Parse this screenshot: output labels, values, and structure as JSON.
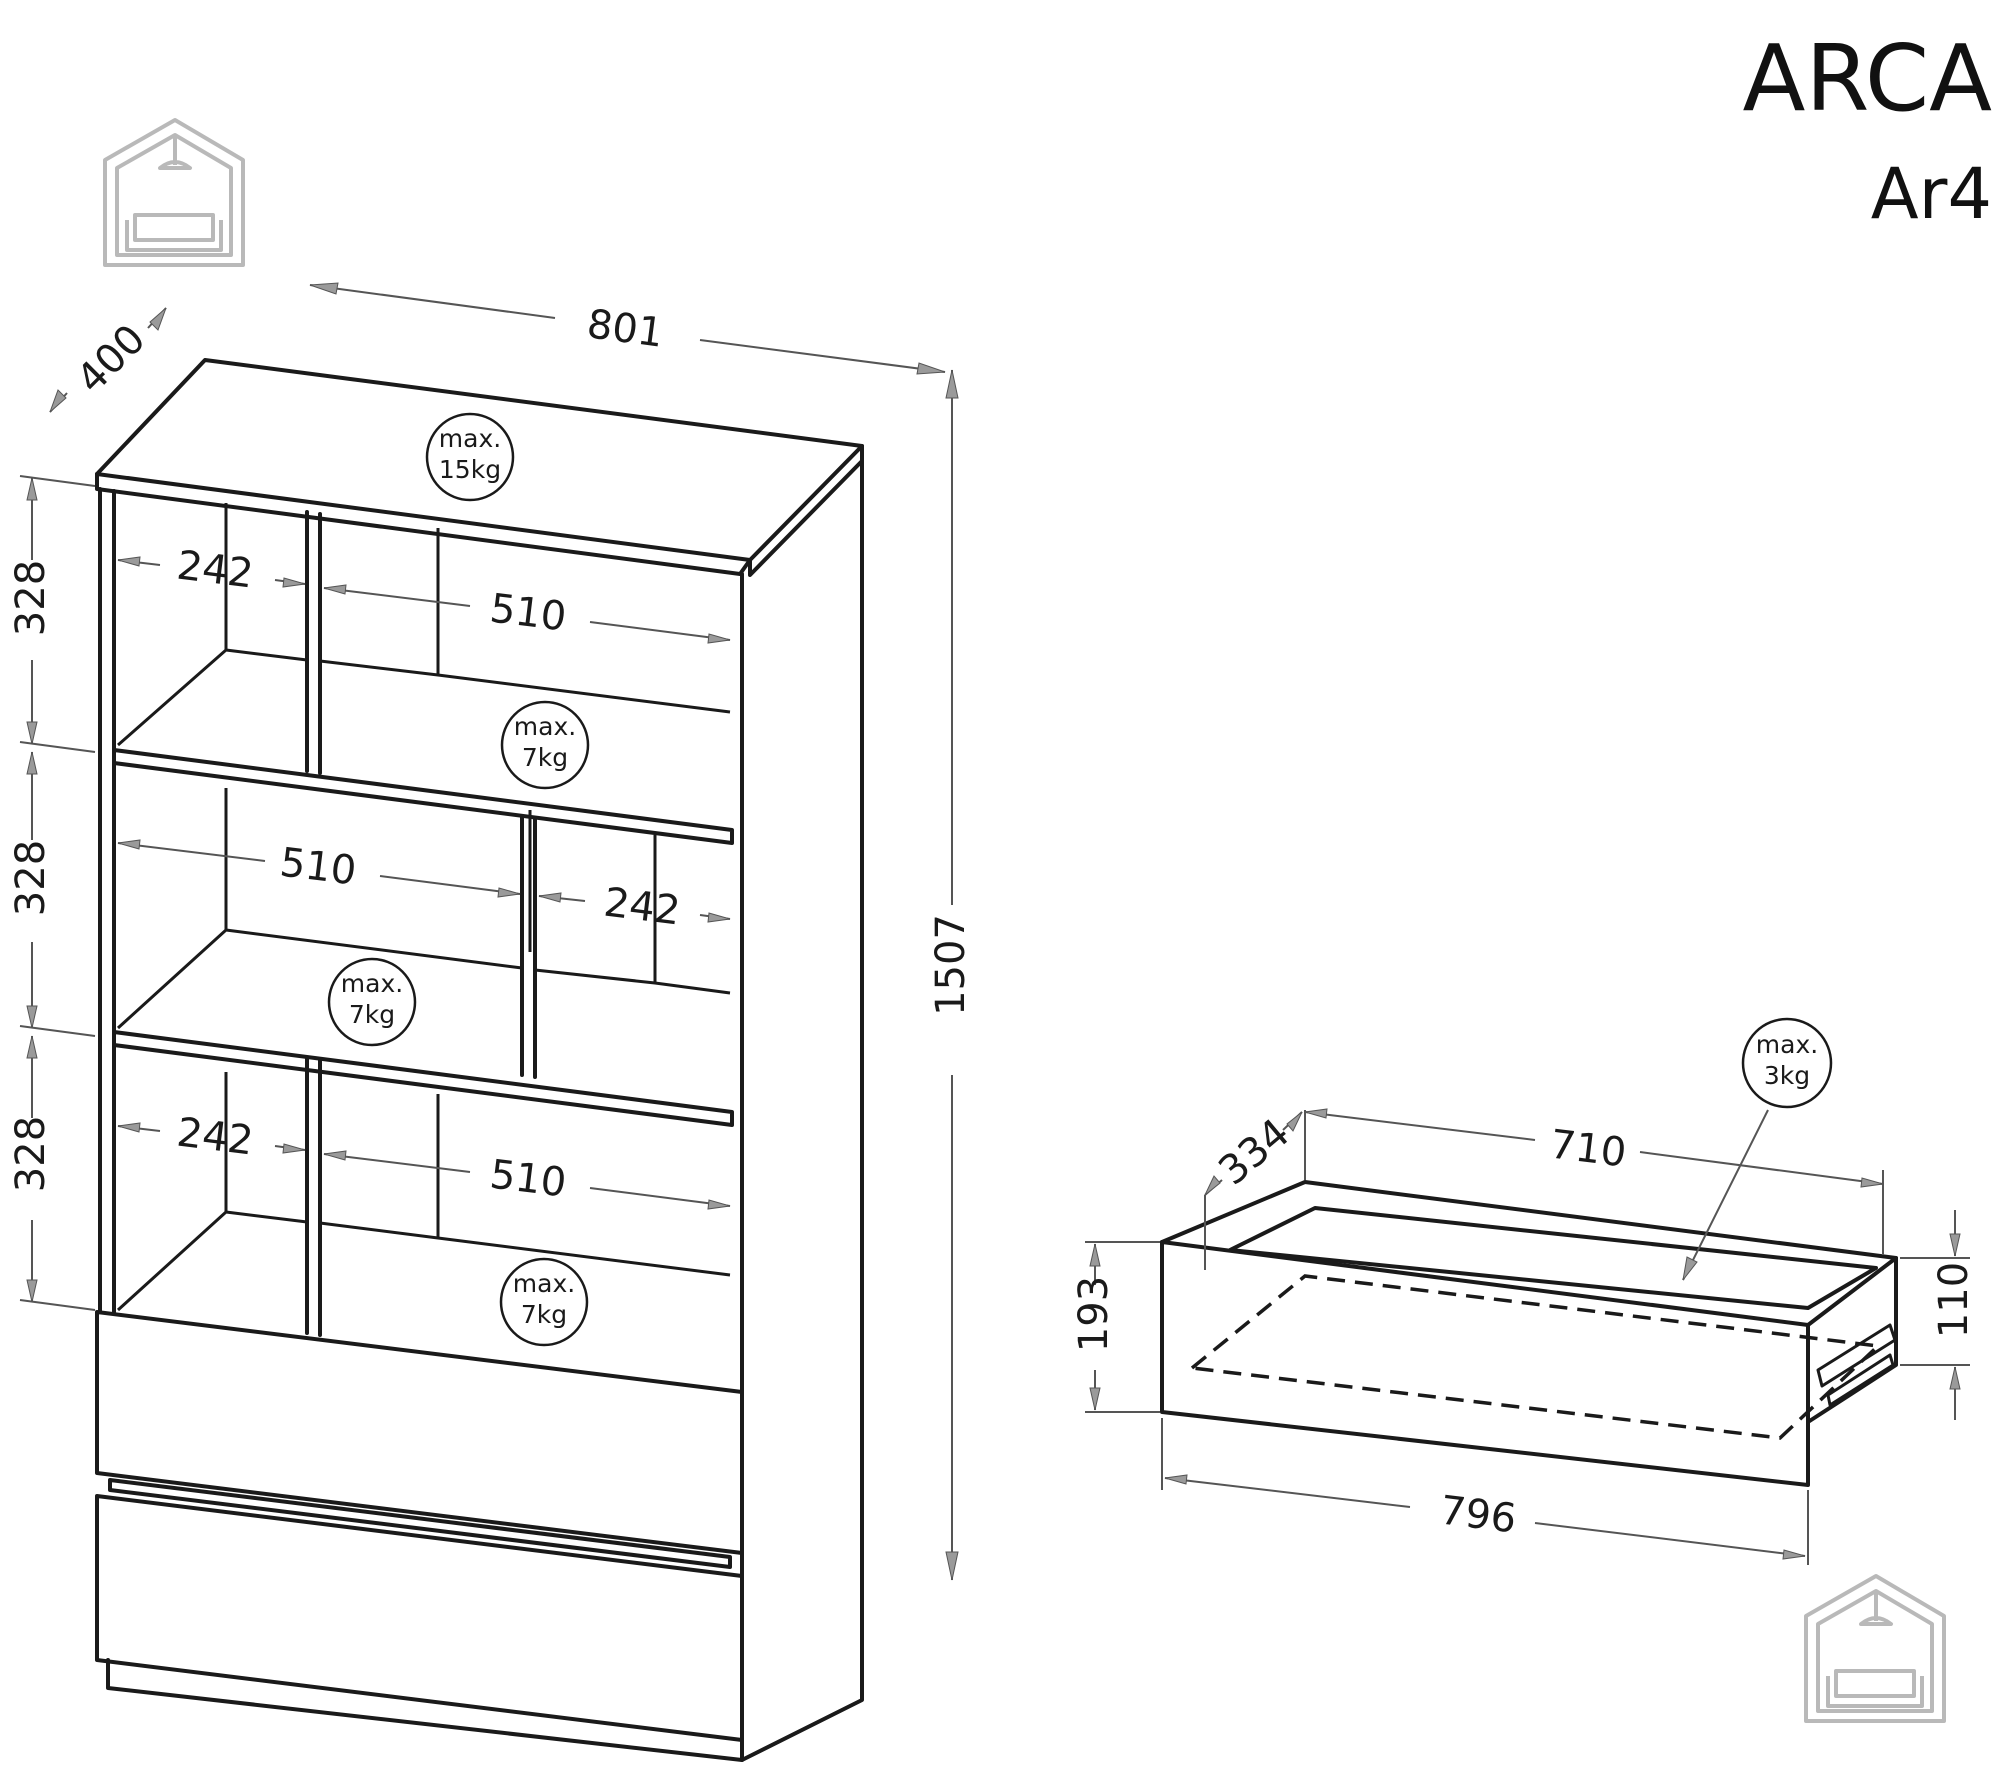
{
  "title": "ARCA",
  "model": "Ar4",
  "logo_icon": "house-sofa-icon",
  "dimensions": {
    "width": "801",
    "depth": "400",
    "height": "1507",
    "row1_height": "328",
    "row2_height": "328",
    "row3_height": "328",
    "row1_left_width": "242",
    "row1_right_width": "510",
    "row2_left_width": "510",
    "row2_right_width": "242",
    "row3_left_width": "242",
    "row3_right_width": "510"
  },
  "loads": {
    "top_max": "max.",
    "top_value": "15kg",
    "shelf1_max": "max.",
    "shelf1_value": "7kg",
    "shelf2_max": "max.",
    "shelf2_value": "7kg",
    "shelf3_max": "max.",
    "shelf3_value": "7kg"
  },
  "drawer": {
    "depth": "334",
    "inner_width": "710",
    "outer_width": "796",
    "front_height": "193",
    "side_height": "110",
    "load_max": "max.",
    "load_value": "3kg"
  }
}
